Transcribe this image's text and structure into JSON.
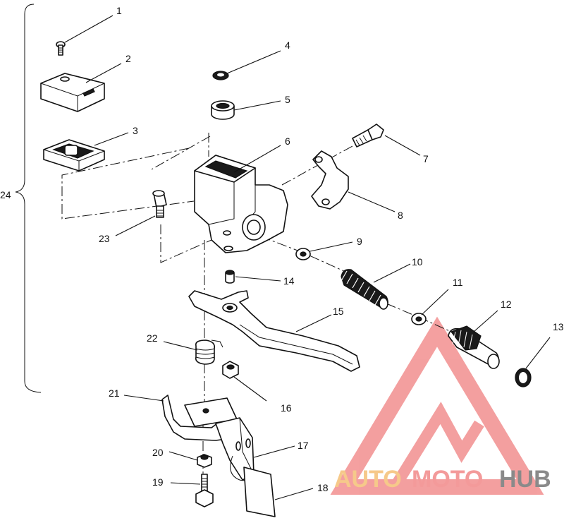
{
  "diagram": {
    "callouts": [
      "1",
      "2",
      "3",
      "4",
      "5",
      "6",
      "7",
      "8",
      "9",
      "10",
      "11",
      "12",
      "13",
      "14",
      "15",
      "16",
      "17",
      "18",
      "19",
      "20",
      "21",
      "22",
      "23",
      "24"
    ]
  },
  "watermark": {
    "part1": "AUTO",
    "part2": "MOTO",
    "part3": "HUB",
    "colors": {
      "auto": "#f6c98a",
      "moto": "#f39a9a",
      "hub": "#8a8a8a",
      "logo": "#f08080"
    }
  }
}
